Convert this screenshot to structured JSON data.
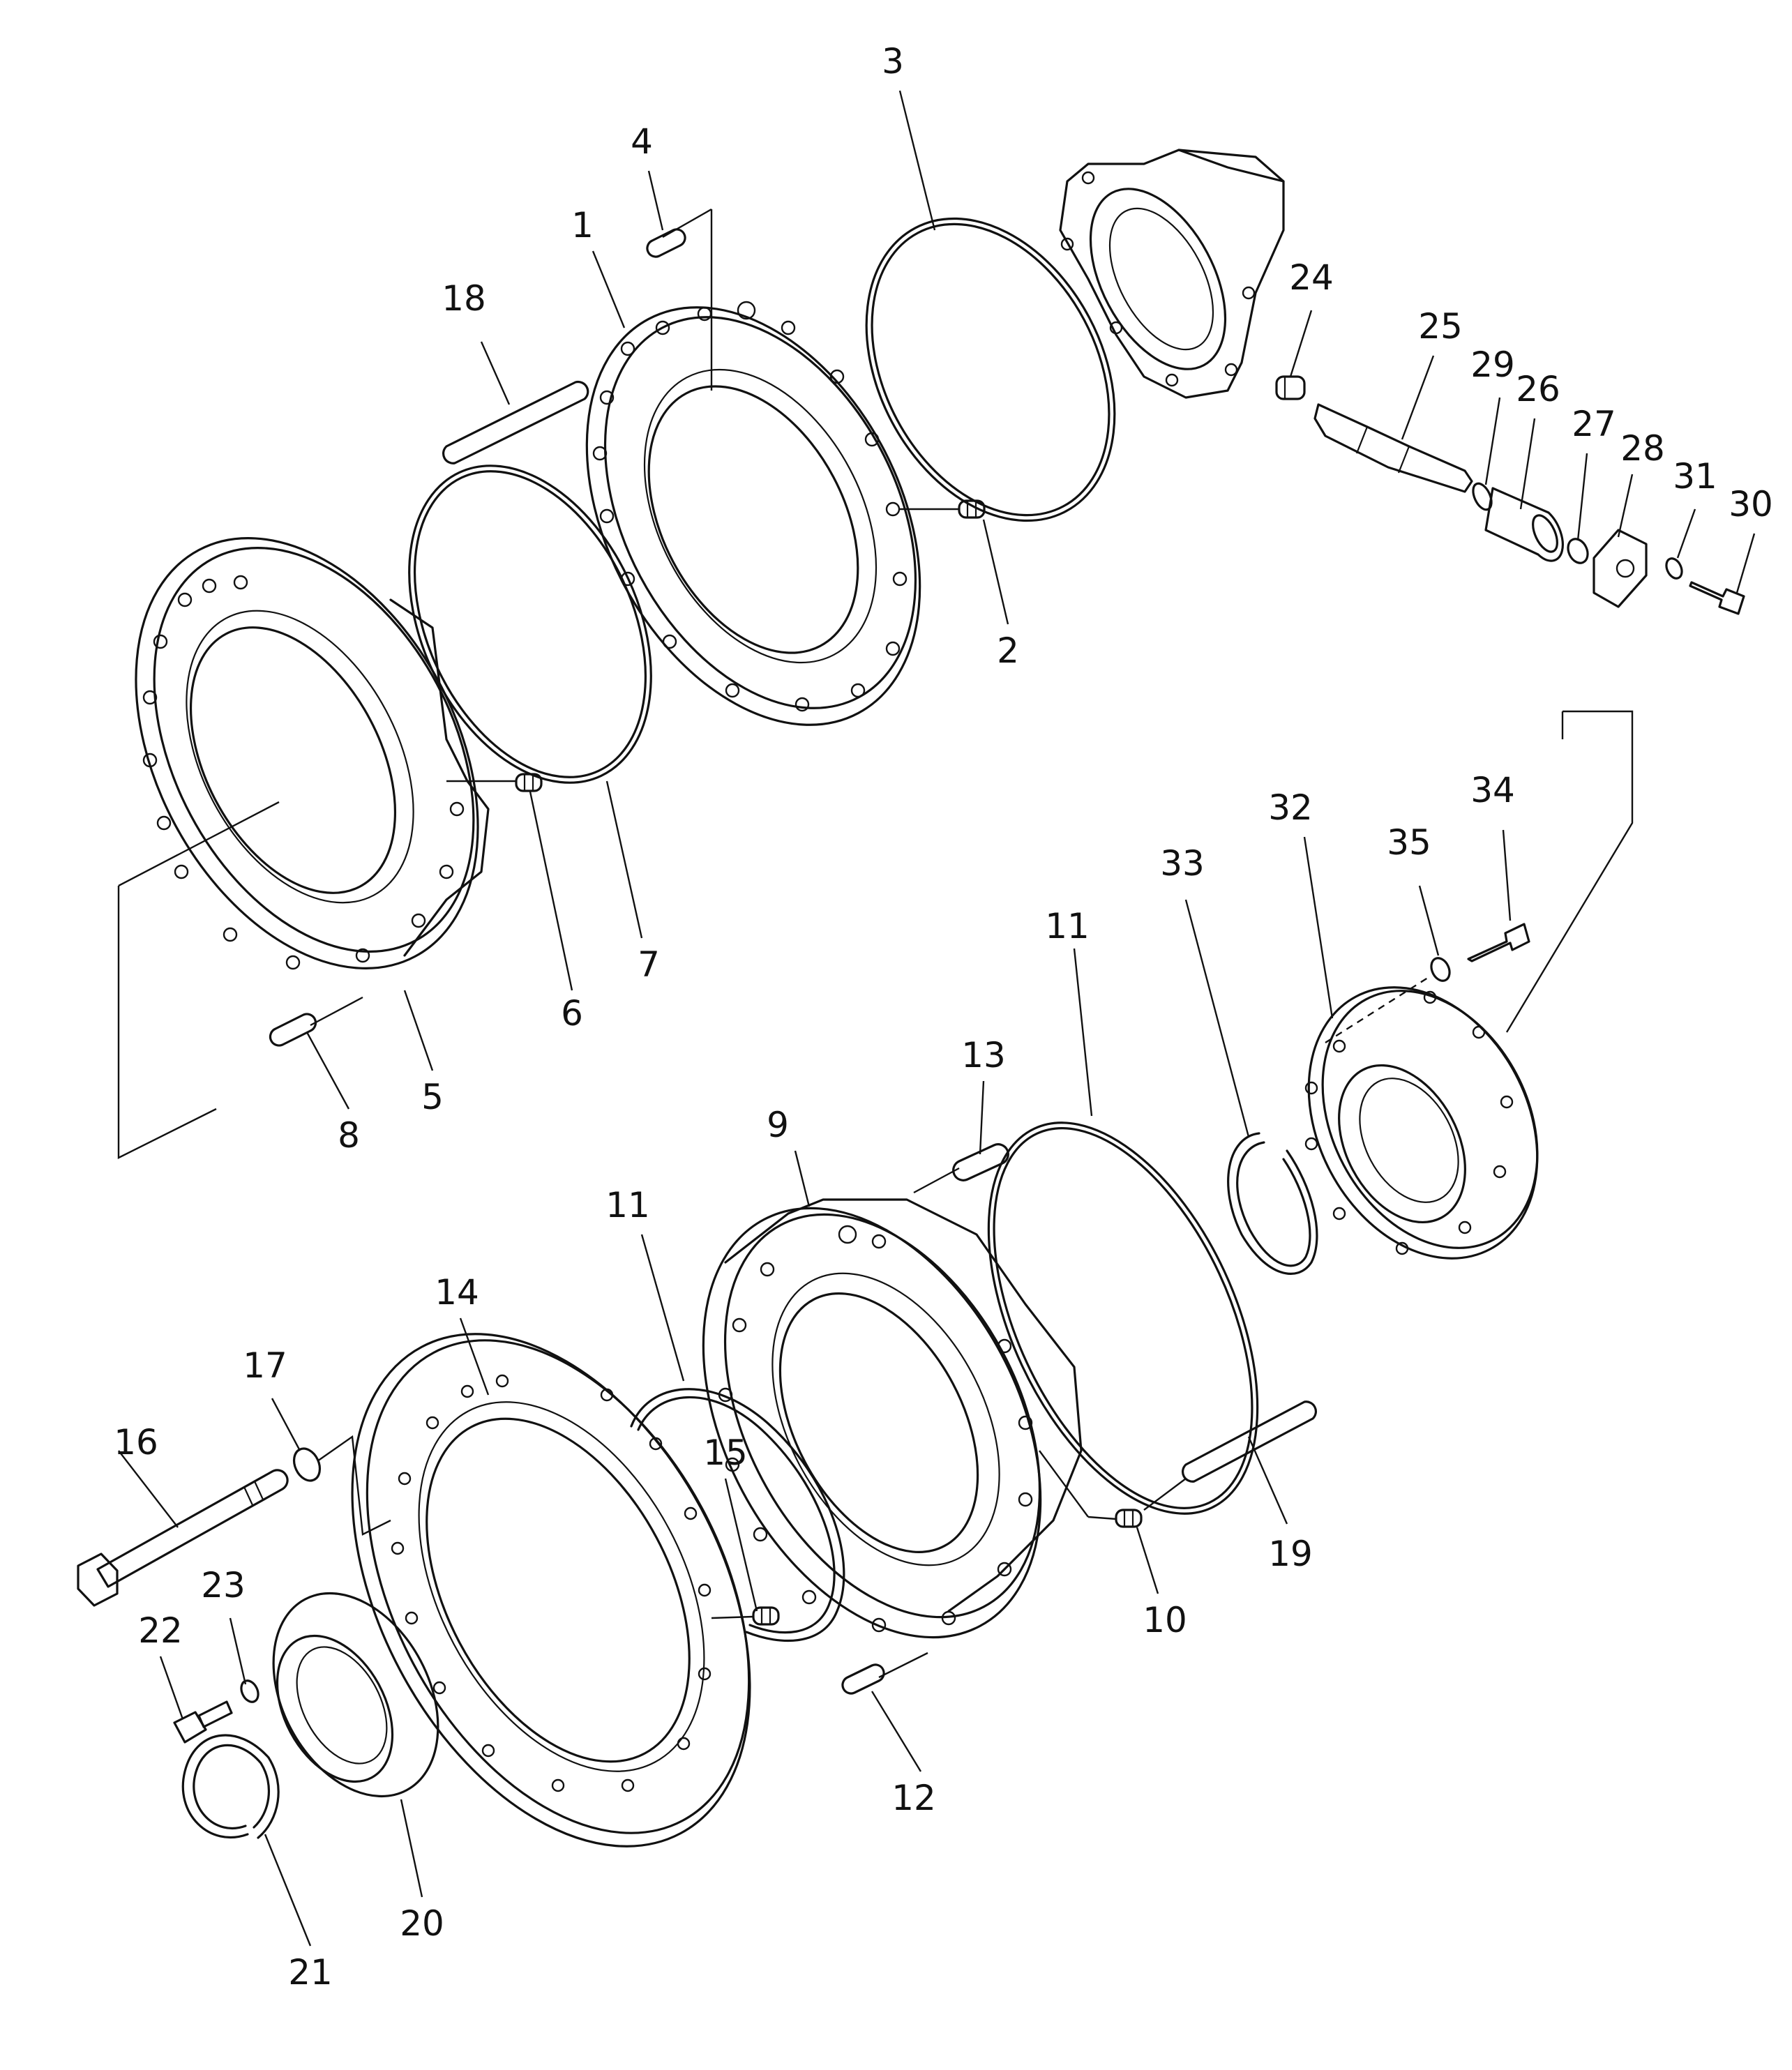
{
  "diagram": {
    "callouts": [
      "1",
      "2",
      "3",
      "4",
      "5",
      "6",
      "7",
      "8",
      "9",
      "10",
      "11",
      "11",
      "12",
      "13",
      "14",
      "15",
      "16",
      "17",
      "18",
      "19",
      "20",
      "21",
      "22",
      "23",
      "24",
      "25",
      "26",
      "27",
      "28",
      "29",
      "30",
      "31",
      "32",
      "33",
      "34",
      "35"
    ]
  }
}
